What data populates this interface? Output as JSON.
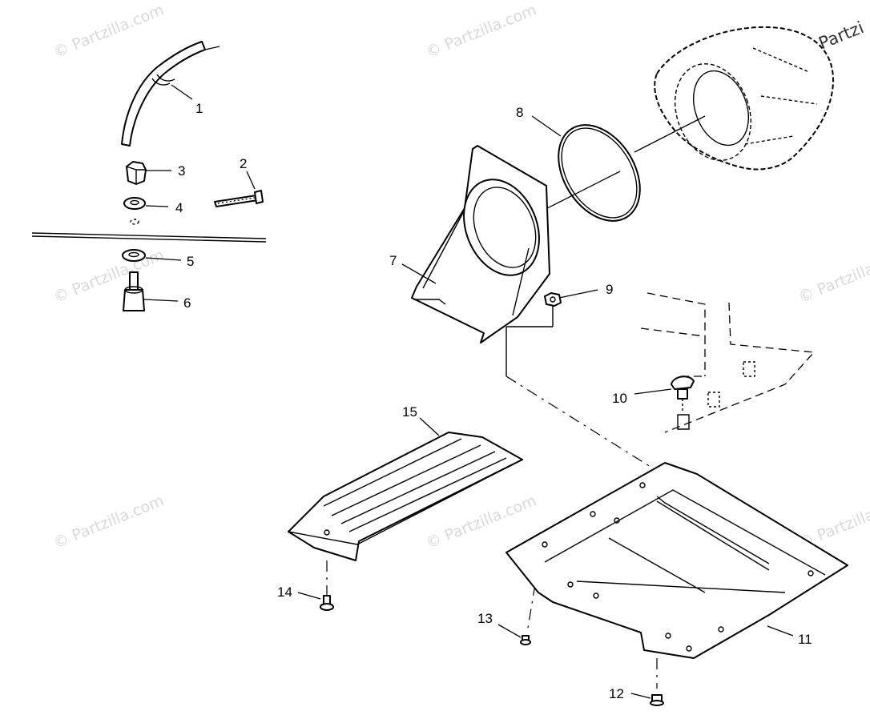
{
  "watermark": {
    "text": "© Partzilla.com",
    "corner_text": "© Partzi"
  },
  "callouts": [
    {
      "id": "1",
      "text": "1"
    },
    {
      "id": "2",
      "text": "2"
    },
    {
      "id": "3",
      "text": "3"
    },
    {
      "id": "4",
      "text": "4"
    },
    {
      "id": "5",
      "text": "5"
    },
    {
      "id": "6",
      "text": "6"
    },
    {
      "id": "7",
      "text": "7"
    },
    {
      "id": "8",
      "text": "8"
    },
    {
      "id": "9",
      "text": "9"
    },
    {
      "id": "10",
      "text": "10"
    },
    {
      "id": "11",
      "text": "11"
    },
    {
      "id": "12",
      "text": "12"
    },
    {
      "id": "13",
      "text": "13"
    },
    {
      "id": "14",
      "text": "14"
    },
    {
      "id": "15",
      "text": "15"
    }
  ]
}
